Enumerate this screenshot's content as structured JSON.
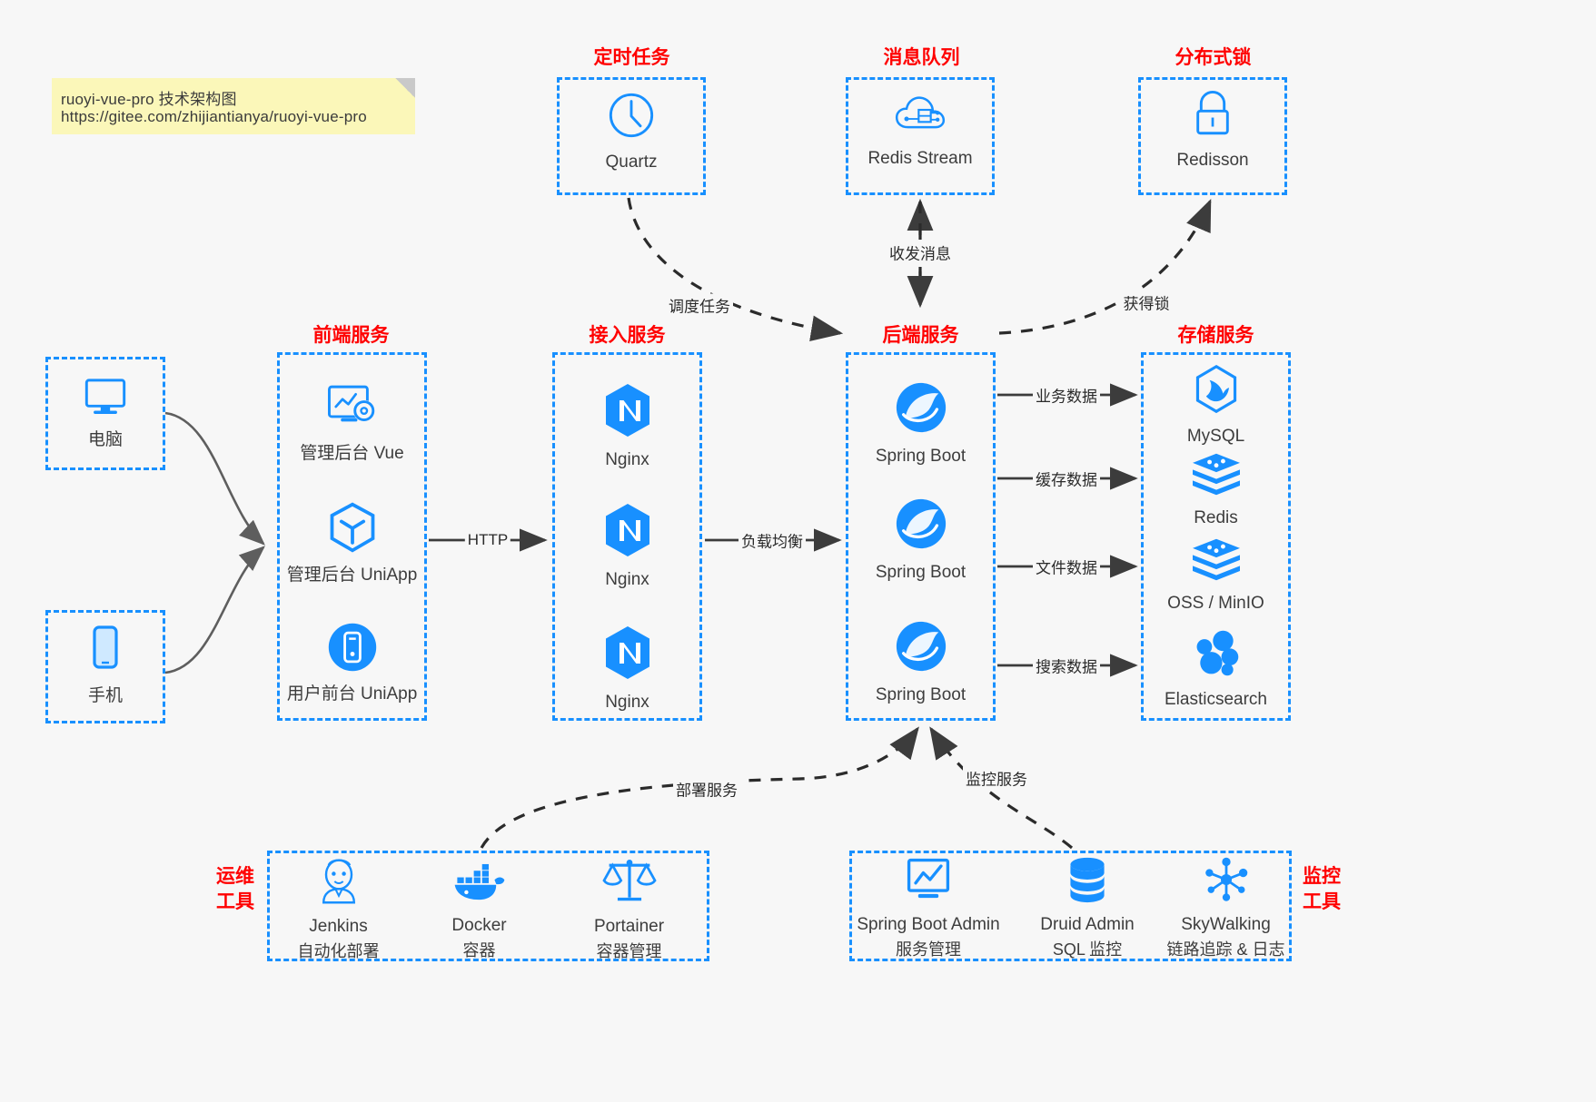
{
  "note": {
    "line1": "ruoyi-vue-pro 技术架构图",
    "line2": "https://gitee.com/zhijiantianya/ruoyi-vue-pro",
    "bg": "#fbf7b9"
  },
  "colors": {
    "accent": "#1890ff",
    "title": "#ff0000",
    "text": "#3d3d3d",
    "background": "#f7f7f7",
    "edge": "#2b2b2b"
  },
  "groups": {
    "scheduler": {
      "title": "定时任务",
      "nodes": [
        {
          "label": "Quartz",
          "icon": "clock-icon"
        }
      ]
    },
    "mq": {
      "title": "消息队列",
      "nodes": [
        {
          "label": "Redis Stream",
          "icon": "cloud-stream-icon"
        }
      ]
    },
    "lock": {
      "title": "分布式锁",
      "nodes": [
        {
          "label": "Redisson",
          "icon": "lock-icon"
        }
      ]
    },
    "clients": {
      "nodes": [
        {
          "label": "电脑",
          "icon": "desktop-icon"
        },
        {
          "label": "手机",
          "icon": "mobile-icon"
        }
      ]
    },
    "frontend": {
      "title": "前端服务",
      "nodes": [
        {
          "label": "管理后台 Vue",
          "icon": "dashboard-gear-icon"
        },
        {
          "label": "管理后台 UniApp",
          "icon": "cube-icon"
        },
        {
          "label": "用户前台 UniApp",
          "icon": "phone-circle-icon"
        }
      ]
    },
    "gateway": {
      "title": "接入服务",
      "nodes": [
        {
          "label": "Nginx",
          "icon": "nginx-icon"
        },
        {
          "label": "Nginx",
          "icon": "nginx-icon"
        },
        {
          "label": "Nginx",
          "icon": "nginx-icon"
        }
      ]
    },
    "backend": {
      "title": "后端服务",
      "nodes": [
        {
          "label": "Spring Boot",
          "icon": "spring-icon"
        },
        {
          "label": "Spring Boot",
          "icon": "spring-icon"
        },
        {
          "label": "Spring Boot",
          "icon": "spring-icon"
        }
      ]
    },
    "storage": {
      "title": "存储服务",
      "nodes": [
        {
          "label": "MySQL",
          "icon": "mysql-icon"
        },
        {
          "label": "Redis",
          "icon": "redis-icon"
        },
        {
          "label": "OSS / MinIO",
          "icon": "oss-icon"
        },
        {
          "label": "Elasticsearch",
          "icon": "elasticsearch-icon"
        }
      ]
    },
    "devops": {
      "title": "运维\n工具",
      "title_l1": "运维",
      "title_l2": "工具",
      "nodes": [
        {
          "label": "Jenkins",
          "sub": "自动化部署",
          "icon": "jenkins-icon"
        },
        {
          "label": "Docker",
          "sub": "容器",
          "icon": "docker-icon"
        },
        {
          "label": "Portainer",
          "sub": "容器管理",
          "icon": "scales-icon"
        }
      ]
    },
    "monitor": {
      "title_l1": "监控",
      "title_l2": "工具",
      "nodes": [
        {
          "label": "Spring Boot Admin",
          "sub": "服务管理",
          "icon": "monitor-chart-icon"
        },
        {
          "label": "Druid Admin",
          "sub": "SQL 监控",
          "icon": "database-icon"
        },
        {
          "label": "SkyWalking",
          "sub": "链路追踪 & 日志",
          "icon": "skywalking-icon"
        }
      ]
    }
  },
  "edges": [
    {
      "id": "clients-to-frontend",
      "label": ""
    },
    {
      "id": "frontend-to-gateway",
      "label": "HTTP"
    },
    {
      "id": "gateway-to-backend",
      "label": "负载均衡"
    },
    {
      "id": "quartz-to-backend",
      "label": "调度任务"
    },
    {
      "id": "backend-to-mq",
      "label": "收发消息"
    },
    {
      "id": "backend-to-lock",
      "label": "获得锁"
    },
    {
      "id": "backend-to-mysql",
      "label": "业务数据"
    },
    {
      "id": "backend-to-redis",
      "label": "缓存数据"
    },
    {
      "id": "backend-to-oss",
      "label": "文件数据"
    },
    {
      "id": "backend-to-es",
      "label": "搜索数据"
    },
    {
      "id": "devops-to-backend",
      "label": "部署服务"
    },
    {
      "id": "monitor-to-backend",
      "label": "监控服务"
    }
  ]
}
